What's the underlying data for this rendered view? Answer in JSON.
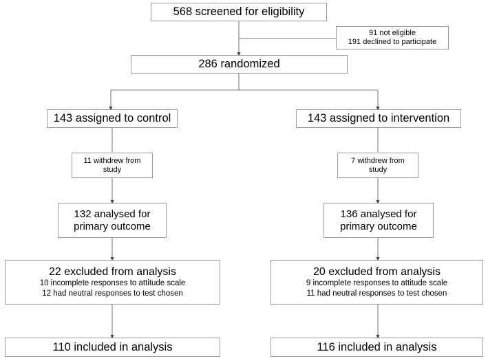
{
  "diagram": {
    "title": "CONSORT participant flow diagram",
    "type": "flowchart",
    "stroke_color": "#9a9a9a",
    "text_color": "#000000",
    "background_color": "#ffffff"
  },
  "nodes": {
    "screened": {
      "main": "568 screened for eligibility"
    },
    "not_eligible": {
      "line1": "91 not eligible",
      "line2": "191 declined to participate"
    },
    "randomized": {
      "main": "286 randomized"
    },
    "control_assigned": {
      "main": "143 assigned to control"
    },
    "intervention_assigned": {
      "main": "143 assigned to intervention"
    },
    "control_withdrew": {
      "line1": "11 withdrew from",
      "line2": "study"
    },
    "intervention_withdrew": {
      "line1": "7 withdrew from",
      "line2": "study"
    },
    "control_analysed": {
      "line1": "132 analysed for",
      "line2": "primary outcome"
    },
    "intervention_analysed": {
      "line1": "136 analysed for",
      "line2": "primary outcome"
    },
    "control_excluded": {
      "main": "22 excluded from analysis",
      "line1": "10 incomplete responses to attitude scale",
      "line2": "12 had neutral responses to test chosen"
    },
    "intervention_excluded": {
      "main": "20 excluded from analysis",
      "line1": "9 incomplete responses to attitude scale",
      "line2": "11 had neutral responses to test chosen"
    },
    "control_included": {
      "main": "110 included in analysis"
    },
    "intervention_included": {
      "main": "116 included in analysis"
    }
  }
}
